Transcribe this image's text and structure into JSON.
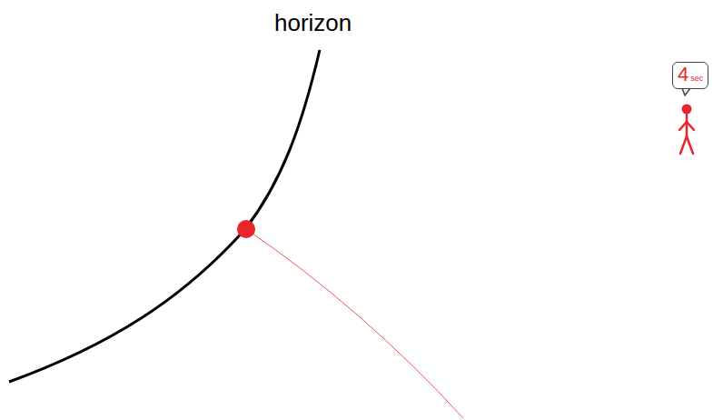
{
  "diagram": {
    "nodes": [
      {
        "text": [
          "4",
          "sec"
        ]
      }
    ],
    "labels": [
      "horizon"
    ]
  }
}
